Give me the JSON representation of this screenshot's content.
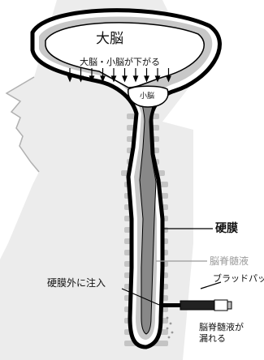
{
  "labels": {
    "cerebrum": "大脳",
    "brain_descends": "大脳・小脳が下がる",
    "cerebellum": "小脳",
    "dura": "硬膜",
    "csf": "脳脊髄液",
    "epidural_injection": "硬膜外に注入",
    "blood_patch": "ブラッドパッチ",
    "csf_leak_line1": "脳脊髄液が",
    "csf_leak_line2": "漏れる"
  },
  "colors": {
    "dura_outline": "#000000",
    "csf": "#c8c8c8",
    "spinal_cord": "#888888",
    "vertebrae": "#c4c4c4",
    "body_silhouette": "#ececec",
    "csf_label": "#9a9a9a"
  },
  "arrow_count": 10
}
